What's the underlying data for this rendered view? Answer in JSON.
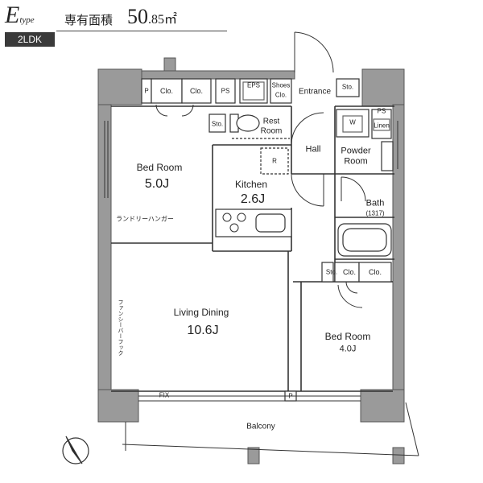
{
  "header": {
    "type_letter": "E",
    "type_suffix": "type",
    "layout_badge": "2LDK",
    "area_label": "専有面積",
    "area_int": "50",
    "area_dec": ".85㎡"
  },
  "rooms": {
    "bed_room_1": {
      "name": "Bed Room",
      "size": "5.0J"
    },
    "kitchen": {
      "name": "Kitchen",
      "size": "2.6J"
    },
    "living_dining": {
      "name": "Living Dining",
      "size": "10.6J"
    },
    "bed_room_2": {
      "name": "Bed Room",
      "size": "4.0J"
    },
    "rest_room": {
      "line1": "Rest",
      "line2": "Room"
    },
    "hall": "Hall",
    "powder_room": {
      "line1": "Powder",
      "line2": "Room"
    },
    "bath": {
      "name": "Bath",
      "spec": "(1317)"
    },
    "entrance": "Entrance",
    "balcony": "Balcony"
  },
  "labels": {
    "p": "P",
    "clo": "Clo.",
    "ps": "PS",
    "eps": "EPS",
    "shoes_clo_1": "Shoes",
    "shoes_clo_2": "Clo.",
    "sto": "Sto.",
    "w": "W",
    "linen": "Linen",
    "r": "R",
    "fix": "FIX",
    "laundry_hanger": "ランドリーハンガー",
    "fancy_hook": "ファンシーバーフック"
  }
}
